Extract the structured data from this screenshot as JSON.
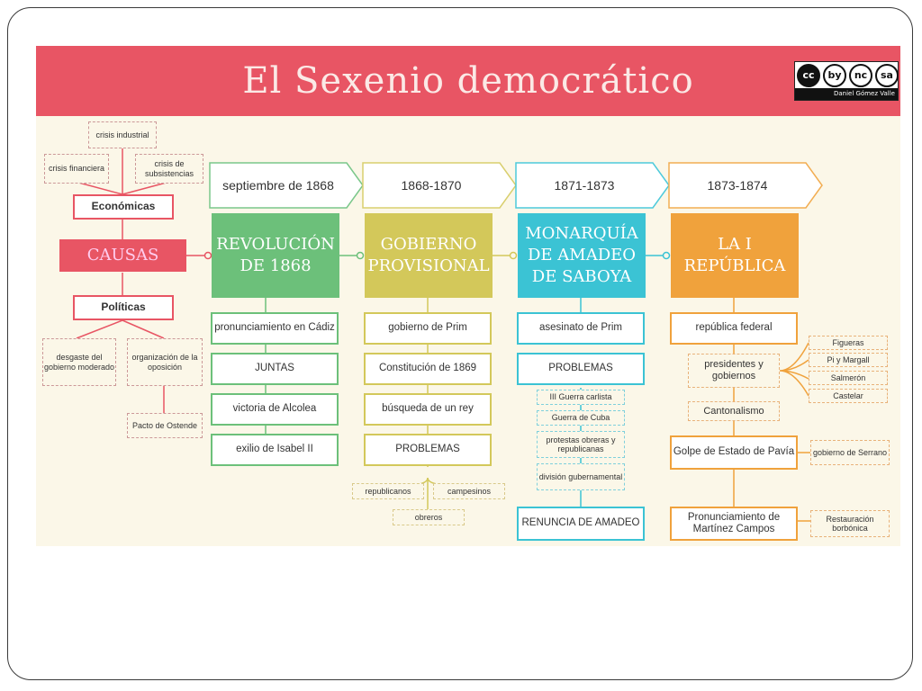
{
  "title": "El Sexenio democrático",
  "license": {
    "icons": [
      "cc",
      "by",
      "nc",
      "sa"
    ],
    "author": "Daniel Gómez Valle"
  },
  "colors": {
    "banner": "#e85564",
    "stage1": "#6cc07a",
    "stage2": "#d3c85a",
    "stage3": "#3bc3d4",
    "stage4": "#f0a23c",
    "background": "#fbf7e8"
  },
  "causes": {
    "main": "CAUSAS",
    "economic": {
      "label": "Económicas",
      "items": [
        "crisis industrial",
        "crisis financiera",
        "crisis de subsistencias"
      ]
    },
    "political": {
      "label": "Políticas",
      "items": [
        "desgaste del gobierno moderado",
        "organización de la oposición"
      ],
      "sub": "Pacto de Ostende"
    }
  },
  "stages": [
    {
      "date": "septiembre de 1868",
      "title": "REVOLUCIÓN DE 1868",
      "events": [
        "pronunciamiento en Cádiz",
        "JUNTAS",
        "victoria de Alcolea",
        "exilio de Isabel II"
      ]
    },
    {
      "date": "1868-1870",
      "title": "GOBIERNO PROVISIONAL",
      "events": [
        "gobierno de Prim",
        "Constitución de 1869",
        "búsqueda de un rey",
        "PROBLEMAS"
      ],
      "problems": [
        "republicanos",
        "campesinos",
        "obreros"
      ]
    },
    {
      "date": "1871-1873",
      "title": "MONARQUÍA DE AMADEO DE SABOYA",
      "events": [
        "asesinato de Prim",
        "PROBLEMAS",
        "RENUNCIA DE AMADEO"
      ],
      "problems": [
        "III Guerra carlista",
        "Guerra de Cuba",
        "protestas obreras y republicanas",
        "división gubernamental"
      ]
    },
    {
      "date": "1873-1874",
      "title": "LA I REPÚBLICA",
      "events": [
        "república federal",
        "presidentes y gobiernos",
        "Cantonalismo",
        "Golpe de Estado de Pavía",
        "Pronunciamiento de Martínez Campos"
      ],
      "presidents": [
        "Figueras",
        "Pi y Margall",
        "Salmerón",
        "Castelar"
      ],
      "pavia_note": "gobierno de Serrano",
      "campos_note": "Restauración borbónica"
    }
  ]
}
